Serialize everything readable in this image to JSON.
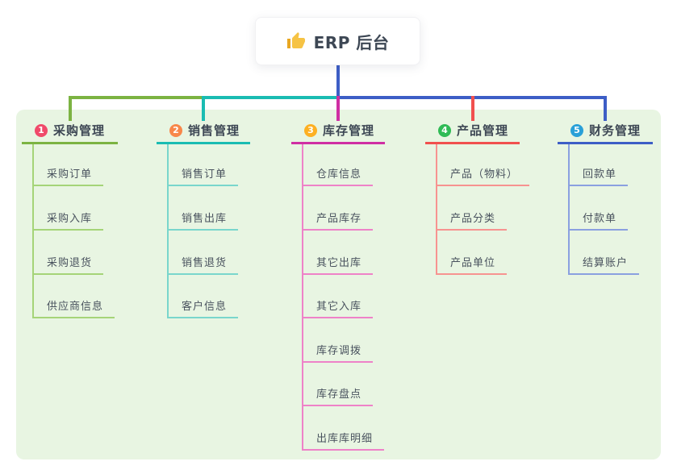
{
  "root": {
    "label": "ERP 后台",
    "icon": "thumbs-up",
    "icon_color": "#f6c344",
    "text_color": "#3d4754",
    "card_bg": "#ffffff"
  },
  "canvas": {
    "background": "#ffffff",
    "panel_color": "#e8f5e2"
  },
  "trunk_color": "#3d5ec6",
  "branches": [
    {
      "badge": "1",
      "label": "采购管理",
      "badge_color": "#f04a6a",
      "line_color": "#7cb342",
      "child_line_color": "#a5d478",
      "children": [
        "采购订单",
        "采购入库",
        "采购退货",
        "供应商信息"
      ]
    },
    {
      "badge": "2",
      "label": "销售管理",
      "badge_color": "#f8874a",
      "line_color": "#1abcb2",
      "child_line_color": "#79d6cc",
      "children": [
        "销售订单",
        "销售出库",
        "销售退货",
        "客户信息"
      ]
    },
    {
      "badge": "3",
      "label": "库存管理",
      "badge_color": "#fdb022",
      "line_color": "#cf2fa3",
      "child_line_color": "#ee82c8",
      "children": [
        "仓库信息",
        "产品库存",
        "其它出库",
        "其它入库",
        "库存调拨",
        "库存盘点",
        "出库库明细"
      ]
    },
    {
      "badge": "4",
      "label": "产品管理",
      "badge_color": "#2fbb55",
      "line_color": "#f1504e",
      "child_line_color": "#f79390",
      "children": [
        "产品（物料）",
        "产品分类",
        "产品单位"
      ]
    },
    {
      "badge": "5",
      "label": "财务管理",
      "badge_color": "#29a0d8",
      "line_color": "#3d5ec6",
      "child_line_color": "#8aa0e0",
      "children": [
        "回款单",
        "付款单",
        "结算账户"
      ]
    }
  ]
}
